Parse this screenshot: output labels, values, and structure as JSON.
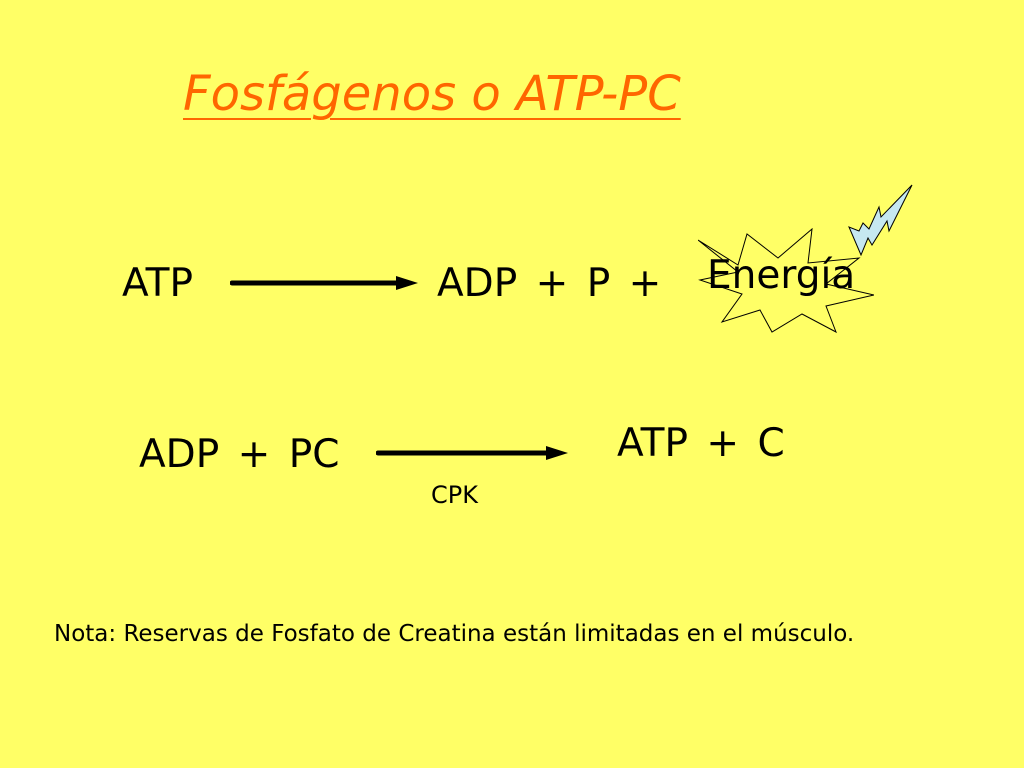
{
  "slide": {
    "background_color": "#FFFF66",
    "title": "Fosfágenos o ATP-PC",
    "title_color": "#FF6600",
    "reaction1": {
      "reactant": "ATP",
      "products": "ADP + P +",
      "energy": "Energía"
    },
    "reaction2": {
      "reactants": "ADP + PC",
      "products": "ATP + C",
      "enzyme": "CPK"
    },
    "note": "Nota: Reservas de Fosfato de Creatina están limitadas en el músculo."
  },
  "colors": {
    "burst_fill": "#FFFF66",
    "bolt_fill": "#C6E8F0",
    "stroke": "#000000"
  },
  "icons": {
    "energy": "explosion-burst-icon",
    "lightning": "lightning-bolt-icon"
  }
}
